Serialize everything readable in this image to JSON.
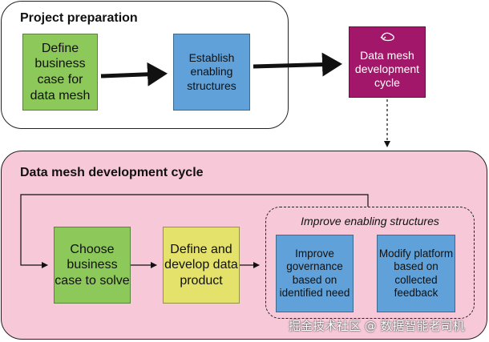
{
  "project_preparation": {
    "title": "Project preparation",
    "define_case": "Define business case for data mesh",
    "establish": "Establish enabling structures",
    "dm_cycle": "Data mesh development cycle"
  },
  "development_cycle": {
    "title": "Data mesh development cycle",
    "choose_case": "Choose business case to solve",
    "define_product": "Define and develop data product",
    "improve_group_title": "Improve enabling structures",
    "improve_governance": "Improve governance based on identified need",
    "modify_platform": "Modify platform based on collected feedback"
  },
  "watermark": "掘金技术社区 @ 数据智能老司机",
  "icons": {
    "cycle_icon": "cycle-arrow-icon"
  },
  "colors": {
    "green": "#8dc85a",
    "blue": "#5fa1d8",
    "purple": "#a3176a",
    "yellow": "#e4e26b",
    "pink": "#f6c8d8"
  }
}
